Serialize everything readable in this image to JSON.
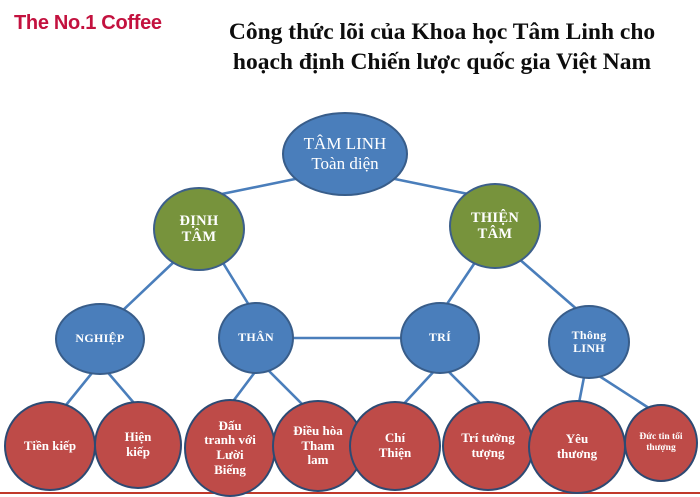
{
  "brand": {
    "logo_text": "The No.1 Coffee",
    "logo_color": "#C3123F"
  },
  "header": {
    "title_line1": "Công thức lõi của Khoa học Tâm Linh cho",
    "title_line2": "hoạch định Chiến lược quốc gia Việt Nam"
  },
  "palette": {
    "blue": "#4a7ebb",
    "blue_stroke": "#385d8a",
    "green": "#77933c",
    "red": "#be4b48",
    "red_stroke": "#2d4a73",
    "edge": "#4a7ebb",
    "footer_rule": "#c0392b"
  },
  "diagram": {
    "type": "hierarchy-tree",
    "levels": [
      {
        "level": 1,
        "nodes": [
          {
            "id": "tam-linh",
            "line1": "TÂM LINH",
            "line2": "Toàn diện",
            "color": "blue"
          }
        ]
      },
      {
        "level": 2,
        "nodes": [
          {
            "id": "dinh-tam",
            "line1": "ĐỊNH",
            "line2": "TÂM",
            "color": "green"
          },
          {
            "id": "thien-tam",
            "line1": "THIỆN",
            "line2": "TÂM",
            "color": "green"
          }
        ]
      },
      {
        "level": 3,
        "nodes": [
          {
            "id": "nghiep",
            "line1": "NGHIỆP",
            "line2": "",
            "color": "blue"
          },
          {
            "id": "than",
            "line1": "THÂN",
            "line2": "",
            "color": "blue"
          },
          {
            "id": "tri",
            "line1": "TRÍ",
            "line2": "",
            "color": "blue"
          },
          {
            "id": "thong-linh",
            "line1": "Thông",
            "line2": "LINH",
            "color": "blue"
          }
        ]
      },
      {
        "level": 4,
        "nodes": [
          {
            "id": "tien-kiep",
            "line1": "Tiền kiếp",
            "line2": "",
            "line3": "",
            "line4": "",
            "color": "red"
          },
          {
            "id": "hien-kiep",
            "line1": "Hiện",
            "line2": "kiếp",
            "line3": "",
            "line4": "",
            "color": "red"
          },
          {
            "id": "dau-tranh",
            "line1": "Đấu",
            "line2": "tranh với",
            "line3": "Lười",
            "line4": "Biếng",
            "color": "red"
          },
          {
            "id": "dieu-hoa",
            "line1": "Điều hòa",
            "line2": "Tham",
            "line3": "lam",
            "line4": "",
            "color": "red"
          },
          {
            "id": "chi-thien",
            "line1": "Chí",
            "line2": "Thiện",
            "line3": "",
            "line4": "",
            "color": "red"
          },
          {
            "id": "tri-tuong-tuong",
            "line1": "Trí tưởng",
            "line2": "tượng",
            "line3": "",
            "line4": "",
            "color": "red"
          },
          {
            "id": "yeu-thuong",
            "line1": "Yêu",
            "line2": "thương",
            "line3": "",
            "line4": "",
            "color": "red"
          },
          {
            "id": "duc-tin",
            "line1": "Đức tin tối",
            "line2": "thượng",
            "line3": "",
            "line4": "",
            "color": "red"
          }
        ]
      }
    ],
    "edges": [
      {
        "from": "tam-linh",
        "to": "dinh-tam"
      },
      {
        "from": "tam-linh",
        "to": "thien-tam"
      },
      {
        "from": "dinh-tam",
        "to": "nghiep"
      },
      {
        "from": "dinh-tam",
        "to": "than"
      },
      {
        "from": "thien-tam",
        "to": "tri"
      },
      {
        "from": "thien-tam",
        "to": "thong-linh"
      },
      {
        "from": "than",
        "to": "tri"
      },
      {
        "from": "nghiep",
        "to": "tien-kiep"
      },
      {
        "from": "nghiep",
        "to": "hien-kiep"
      },
      {
        "from": "than",
        "to": "dau-tranh"
      },
      {
        "from": "than",
        "to": "dieu-hoa"
      },
      {
        "from": "tri",
        "to": "chi-thien"
      },
      {
        "from": "tri",
        "to": "tri-tuong-tuong"
      },
      {
        "from": "thong-linh",
        "to": "yeu-thuong"
      },
      {
        "from": "thong-linh",
        "to": "duc-tin"
      }
    ]
  }
}
